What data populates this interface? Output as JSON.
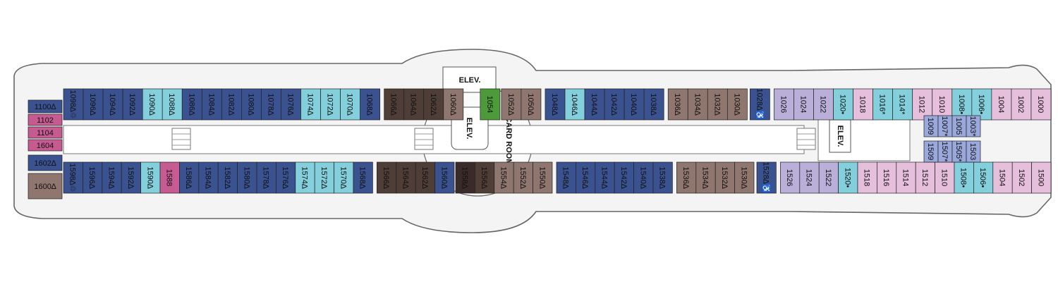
{
  "colors": {
    "navy": "#3b5290",
    "brown": "#8f766f",
    "darkbrown": "#4f3d38",
    "blackbrown": "#3a2a2a",
    "teal": "#83cfdc",
    "magenta": "#c65b92",
    "lavender": "#b9afd8",
    "pink": "#e5bfdc",
    "green": "#4d9a3a",
    "periwinkle": "#9aa8dc"
  },
  "labels": {
    "elev_top": "ELEV.",
    "elev_center": "ELEV.",
    "card_room": "CARD ROOM",
    "elev_fwd": "ELEV."
  },
  "left_cluster": [
    {
      "label": "1100∆",
      "color": "navy"
    },
    {
      "label": "1102",
      "color": "magenta"
    },
    {
      "label": "1104",
      "color": "magenta"
    },
    {
      "label": "1604",
      "color": "magenta"
    },
    {
      "label": "1602∆",
      "color": "navy"
    },
    {
      "label": "1600∆",
      "color": "brown"
    }
  ],
  "top_row": [
    {
      "label": "1098∆♲",
      "color": "navy"
    },
    {
      "label": "1096∆",
      "color": "navy"
    },
    {
      "label": "1094∆",
      "color": "navy"
    },
    {
      "label": "1092∆",
      "color": "navy"
    },
    {
      "label": "1090∆",
      "color": "teal"
    },
    {
      "label": "1088∆",
      "color": "teal"
    },
    {
      "label": "1086∆",
      "color": "navy"
    },
    {
      "label": "1084∆",
      "color": "navy"
    },
    {
      "label": "1082∆",
      "color": "navy"
    },
    {
      "label": "1080∆",
      "color": "navy"
    },
    {
      "label": "1078∆",
      "color": "navy"
    },
    {
      "label": "1076∆",
      "color": "navy"
    },
    {
      "label": "1074∆",
      "color": "teal"
    },
    {
      "label": "1072∆",
      "color": "teal"
    },
    {
      "label": "1070∆",
      "color": "teal"
    },
    {
      "label": "1068∆",
      "color": "navy"
    },
    {
      "label": "1066∆",
      "color": "darkbrown"
    },
    {
      "label": "1064∆",
      "color": "darkbrown"
    },
    {
      "label": "1062∆",
      "color": "darkbrown"
    },
    {
      "label": "1060∆",
      "color": "brown"
    },
    {
      "label": "1054",
      "color": "green"
    },
    {
      "label": "1052∆",
      "color": "brown"
    },
    {
      "label": "1050∆",
      "color": "brown"
    },
    {
      "label": "1048∆",
      "color": "navy"
    },
    {
      "label": "1046∆",
      "color": "teal"
    },
    {
      "label": "1044∆",
      "color": "navy"
    },
    {
      "label": "1042∆",
      "color": "navy"
    },
    {
      "label": "1040∆",
      "color": "navy"
    },
    {
      "label": "1038∆",
      "color": "navy"
    },
    {
      "label": "1036∆",
      "color": "brown"
    },
    {
      "label": "1034∆",
      "color": "brown"
    },
    {
      "label": "1032∆",
      "color": "brown"
    },
    {
      "label": "1030∆",
      "color": "brown"
    },
    {
      "label": "1028∆♿",
      "color": "navy"
    },
    {
      "label": "1026",
      "color": "lavender"
    },
    {
      "label": "1024",
      "color": "lavender"
    },
    {
      "label": "1022",
      "color": "lavender"
    },
    {
      "label": "1020•",
      "color": "teal"
    },
    {
      "label": "1018",
      "color": "pink"
    },
    {
      "label": "1016*",
      "color": "teal"
    },
    {
      "label": "1014*",
      "color": "teal"
    },
    {
      "label": "1012",
      "color": "pink"
    },
    {
      "label": "1010",
      "color": "pink"
    },
    {
      "label": "1008•",
      "color": "teal"
    },
    {
      "label": "1006•",
      "color": "teal"
    },
    {
      "label": "1004",
      "color": "pink"
    },
    {
      "label": "1002",
      "color": "pink"
    },
    {
      "label": "1000",
      "color": "pink"
    }
  ],
  "bottom_row": [
    {
      "label": "1598∆♲",
      "color": "navy"
    },
    {
      "label": "1596∆",
      "color": "navy"
    },
    {
      "label": "1594∆",
      "color": "navy"
    },
    {
      "label": "1592∆",
      "color": "navy"
    },
    {
      "label": "1590∆",
      "color": "teal"
    },
    {
      "label": "1588",
      "color": "magenta"
    },
    {
      "label": "1586∆",
      "color": "navy"
    },
    {
      "label": "1584∆",
      "color": "navy"
    },
    {
      "label": "1582∆",
      "color": "navy"
    },
    {
      "label": "1580∆",
      "color": "navy"
    },
    {
      "label": "1578∆",
      "color": "navy"
    },
    {
      "label": "1576∆",
      "color": "navy"
    },
    {
      "label": "1574∆",
      "color": "teal"
    },
    {
      "label": "1572∆",
      "color": "teal"
    },
    {
      "label": "1570∆",
      "color": "teal"
    },
    {
      "label": "1568∆",
      "color": "navy"
    },
    {
      "label": "1566∆",
      "color": "darkbrown"
    },
    {
      "label": "1564∆",
      "color": "darkbrown"
    },
    {
      "label": "1562∆",
      "color": "darkbrown"
    },
    {
      "label": "1560∆",
      "color": "navy"
    },
    {
      "label": "1558∆",
      "color": "blackbrown"
    },
    {
      "label": "1556∆",
      "color": "darkbrown"
    },
    {
      "label": "1554∆",
      "color": "brown"
    },
    {
      "label": "1552∆",
      "color": "brown"
    },
    {
      "label": "1550∆",
      "color": "brown"
    },
    {
      "label": "1548∆",
      "color": "navy"
    },
    {
      "label": "1546∆",
      "color": "navy"
    },
    {
      "label": "1544∆",
      "color": "navy"
    },
    {
      "label": "1542∆",
      "color": "navy"
    },
    {
      "label": "1540∆",
      "color": "navy"
    },
    {
      "label": "1538∆",
      "color": "navy"
    },
    {
      "label": "1536∆",
      "color": "brown"
    },
    {
      "label": "1534∆",
      "color": "brown"
    },
    {
      "label": "1532∆",
      "color": "brown"
    },
    {
      "label": "1530∆",
      "color": "brown"
    },
    {
      "label": "1528∆♿",
      "color": "navy"
    },
    {
      "label": "1526",
      "color": "lavender"
    },
    {
      "label": "1524",
      "color": "lavender"
    },
    {
      "label": "1522",
      "color": "lavender"
    },
    {
      "label": "1520•",
      "color": "teal"
    },
    {
      "label": "1518",
      "color": "pink"
    },
    {
      "label": "1516",
      "color": "pink"
    },
    {
      "label": "1514",
      "color": "pink"
    },
    {
      "label": "1512",
      "color": "pink"
    },
    {
      "label": "1510",
      "color": "pink"
    },
    {
      "label": "1508•",
      "color": "teal"
    },
    {
      "label": "1506•",
      "color": "teal"
    },
    {
      "label": "1504",
      "color": "pink"
    },
    {
      "label": "1502",
      "color": "pink"
    },
    {
      "label": "1500",
      "color": "pink"
    }
  ],
  "fwd_inner": [
    {
      "label": "1009",
      "color": "periwinkle"
    },
    {
      "label": "1007*",
      "color": "periwinkle"
    },
    {
      "label": "1005",
      "color": "periwinkle"
    },
    {
      "label": "1003*",
      "color": "periwinkle"
    },
    {
      "label": "1509",
      "color": "periwinkle"
    },
    {
      "label": "1507*",
      "color": "periwinkle"
    },
    {
      "label": "1505*",
      "color": "periwinkle"
    },
    {
      "label": "1503",
      "color": "periwinkle"
    }
  ]
}
